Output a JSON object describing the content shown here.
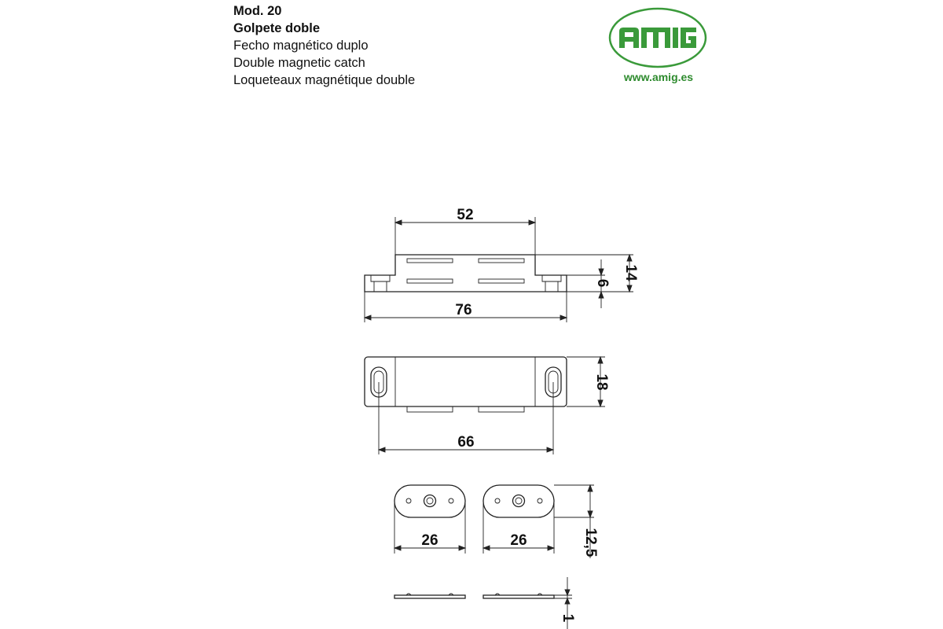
{
  "header": {
    "model": "Mod. 20",
    "name_es": "Golpete doble",
    "name_pt": "Fecho magnético duplo",
    "name_en": "Double magnetic catch",
    "name_fr": "Loqueteaux magnétique double"
  },
  "brand": {
    "logo_text": "AMIG",
    "website": "www.amig.es",
    "color": "#3a9a3a"
  },
  "dimensions": {
    "top_width": "52",
    "total_length": "76",
    "height_total": "14",
    "height_base": "6",
    "width": "18",
    "hole_spacing": "66",
    "plate_length_left": "26",
    "plate_length_right": "26",
    "plate_width": "12,5",
    "plate_thickness": "1"
  }
}
